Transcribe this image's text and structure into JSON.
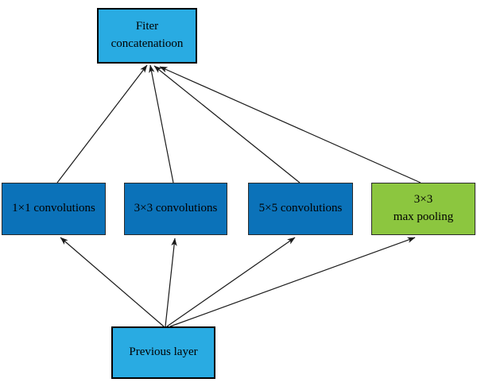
{
  "diagram": {
    "type": "neural-network-inception-module",
    "nodes": {
      "filter_concat": {
        "label": "Fiter\nconcatenatioon",
        "fill": "#29abe2",
        "shape": "rect"
      },
      "conv1x1": {
        "label": "1×1 convolutions",
        "fill": "#0b72b9",
        "shape": "rect"
      },
      "conv3x3": {
        "label": "3×3 convolutions",
        "fill": "#0b72b9",
        "shape": "rect"
      },
      "conv5x5": {
        "label": "5×5 convolutions",
        "fill": "#0b72b9",
        "shape": "rect"
      },
      "maxpool": {
        "label": "3×3\nmax pooling",
        "fill": "#8cc63f",
        "shape": "rect"
      },
      "previous": {
        "label": "Previous layer",
        "fill": "#29abe2",
        "shape": "rect"
      }
    },
    "edges": [
      {
        "from": "conv1x1",
        "to": "filter_concat"
      },
      {
        "from": "conv3x3",
        "to": "filter_concat"
      },
      {
        "from": "conv5x5",
        "to": "filter_concat"
      },
      {
        "from": "maxpool",
        "to": "filter_concat"
      },
      {
        "from": "previous",
        "to": "conv1x1"
      },
      {
        "from": "previous",
        "to": "conv3x3"
      },
      {
        "from": "previous",
        "to": "conv5x5"
      },
      {
        "from": "previous",
        "to": "maxpool"
      }
    ],
    "colors": {
      "light_blue": "#29abe2",
      "dark_blue": "#0b72b9",
      "green": "#8cc63f",
      "arrow": "#1a1a1a",
      "text": "#000000",
      "background": "#ffffff"
    }
  }
}
